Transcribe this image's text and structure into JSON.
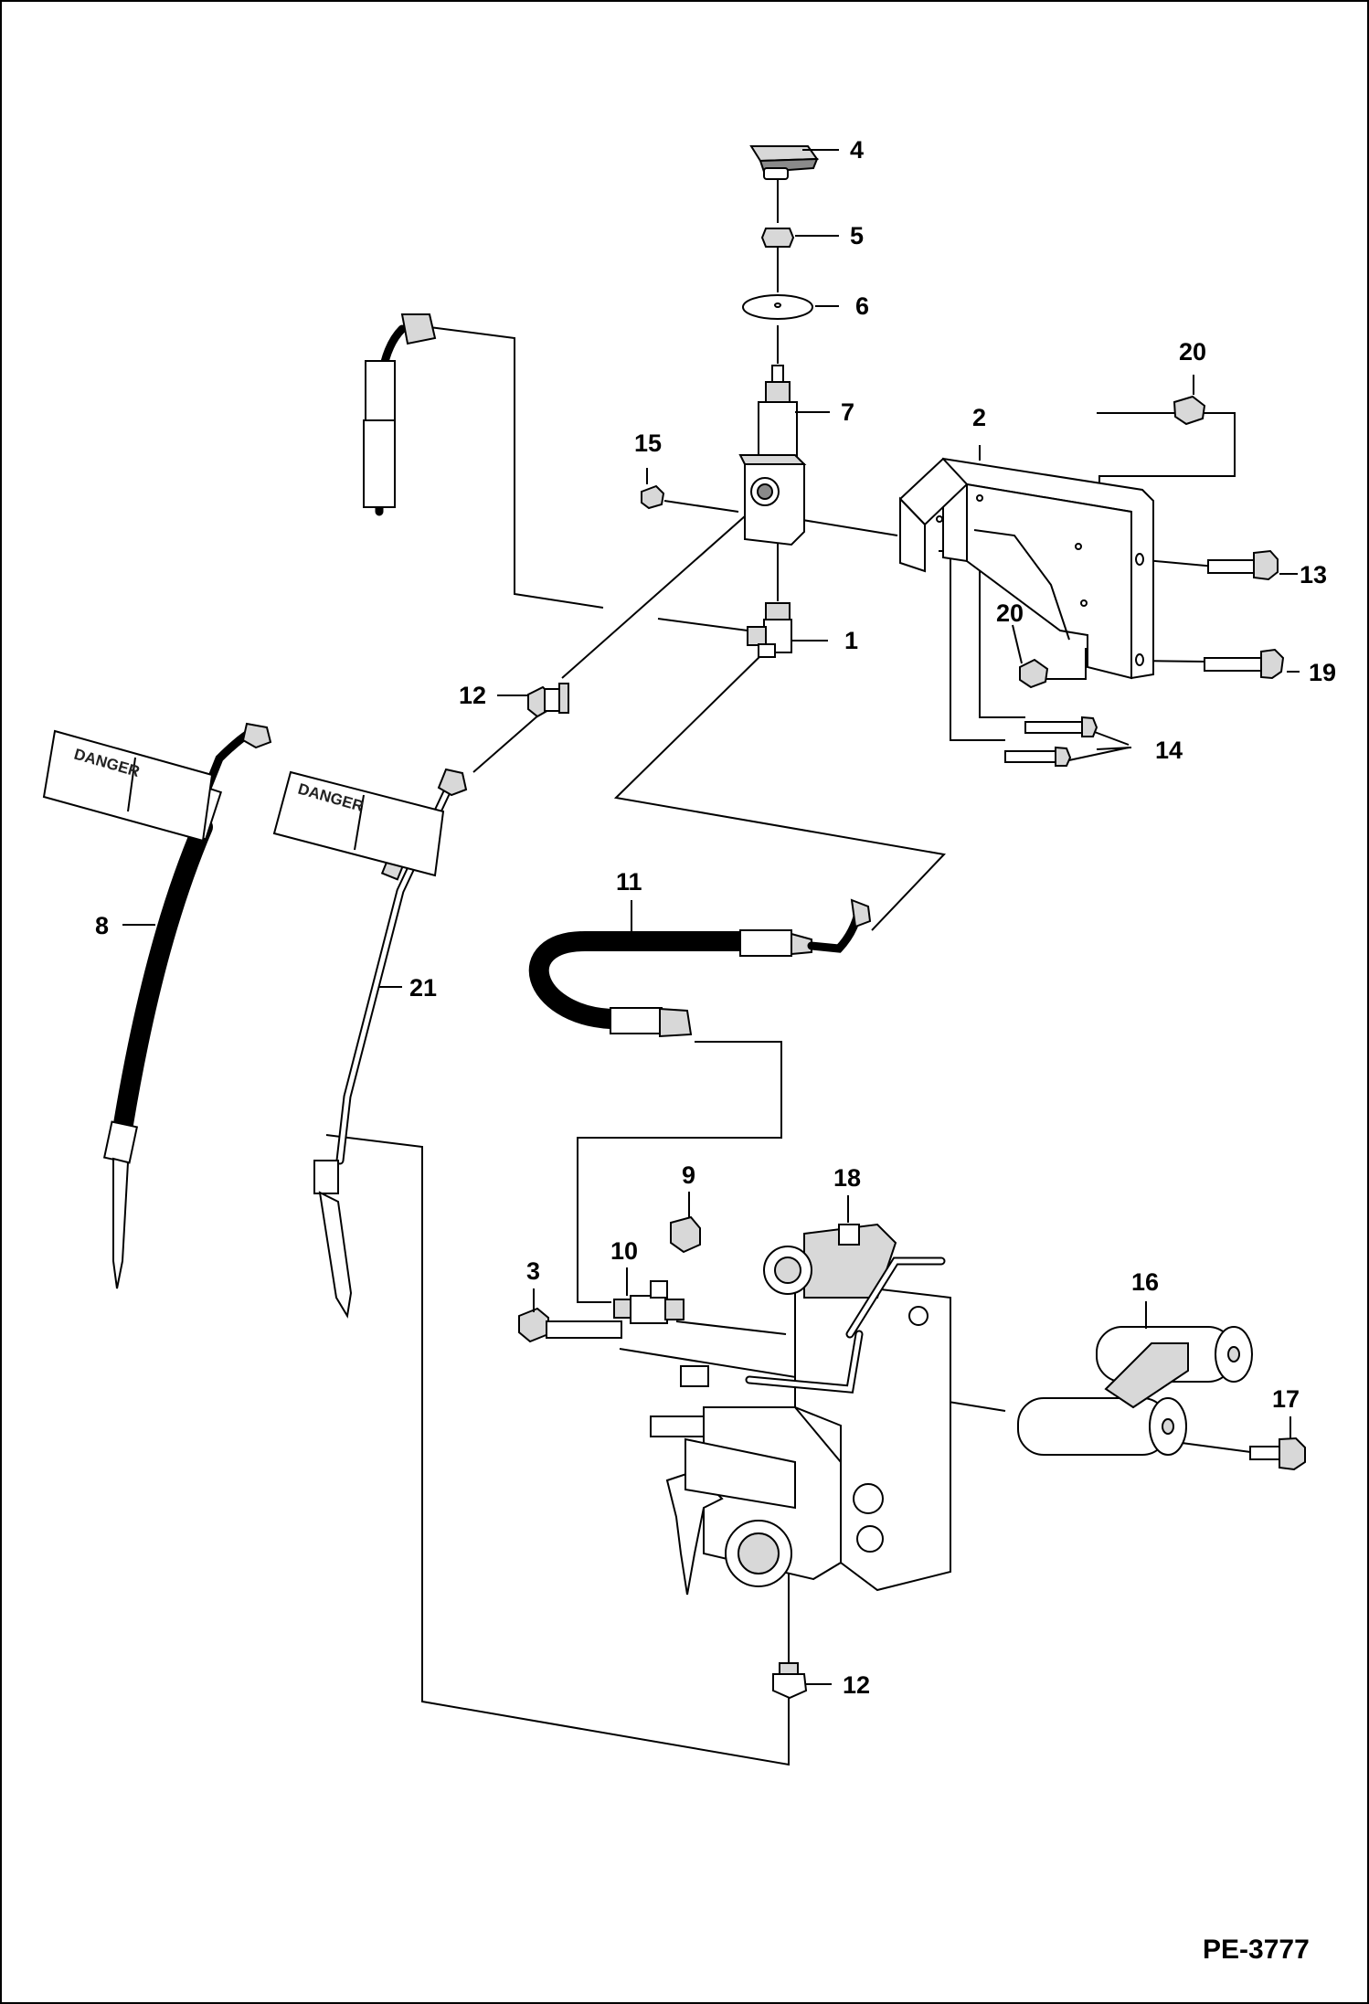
{
  "callouts": {
    "c1": "1",
    "c2": "2",
    "c3": "3",
    "c4": "4",
    "c5": "5",
    "c6": "6",
    "c7": "7",
    "c8": "8",
    "c9": "9",
    "c10": "10",
    "c11": "11",
    "c12a": "12",
    "c12b": "12",
    "c13": "13",
    "c14": "14",
    "c15": "15",
    "c16": "16",
    "c17": "17",
    "c18": "18",
    "c19": "19",
    "c20a": "20",
    "c20b": "20",
    "c21": "21"
  },
  "tags": {
    "left_tag": "DANGER",
    "right_tag": "DANGER"
  },
  "reference_code": "PE-3777"
}
